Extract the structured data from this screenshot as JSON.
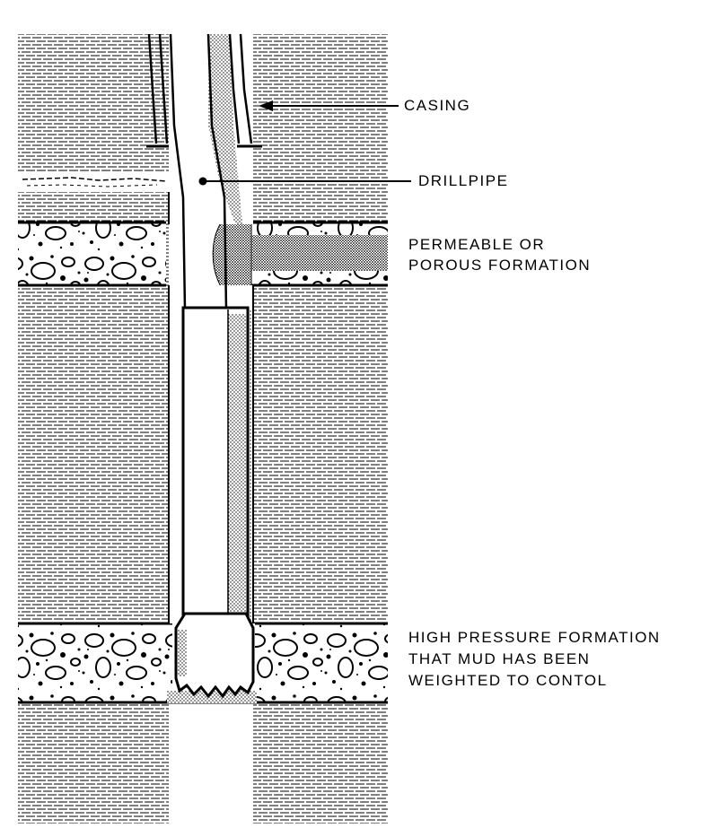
{
  "labels": {
    "casing": "CASING",
    "drillpipe": "DRILLPIPE",
    "permeable_line1": "PERMEABLE OR",
    "permeable_line2": "POROUS FORMATION",
    "high_pressure_line1": "HIGH PRESSURE FORMATION",
    "high_pressure_line2": "THAT MUD HAS BEEN",
    "high_pressure_line3": "WEIGHTED TO CONTOL"
  },
  "colors": {
    "ink": "#000000",
    "paper": "#ffffff"
  }
}
